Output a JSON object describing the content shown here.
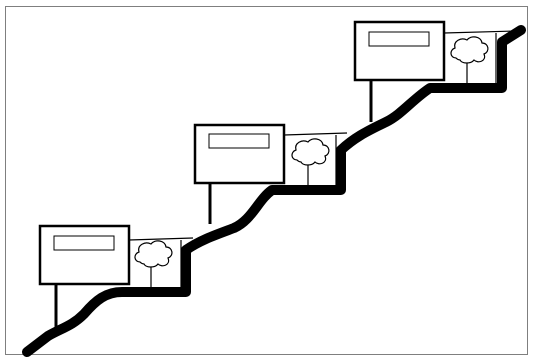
{
  "diagram": {
    "tiers": [
      {
        "id": "lower",
        "sign_text": ""
      },
      {
        "id": "middle",
        "sign_text": ""
      },
      {
        "id": "upper",
        "sign_text": ""
      }
    ],
    "colors": {
      "ink": "#000000",
      "paper": "#ffffff",
      "frame": "#7f7f7f"
    },
    "icons": [
      "tree-icon"
    ]
  }
}
